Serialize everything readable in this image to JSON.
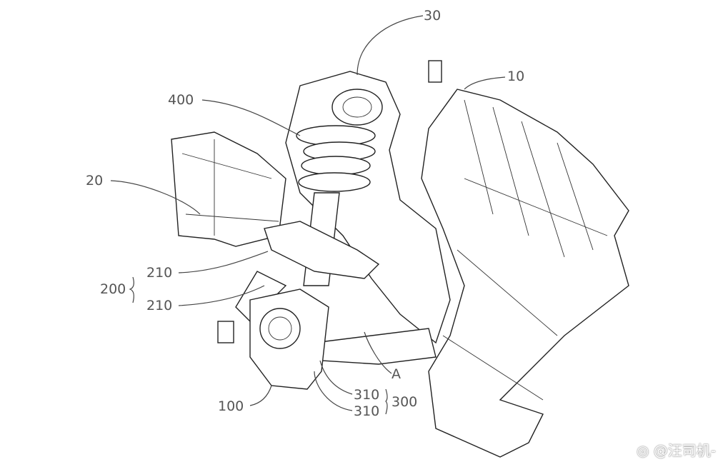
{
  "labels": {
    "l30": "30",
    "l10": "10",
    "l400": "400",
    "l20": "20",
    "l210a": "210",
    "l200": "200",
    "l210b": "210",
    "lA": "A",
    "l310a": "310",
    "l300": "300",
    "l310b": "310",
    "l100": "100"
  },
  "watermark": "@汪司机-"
}
